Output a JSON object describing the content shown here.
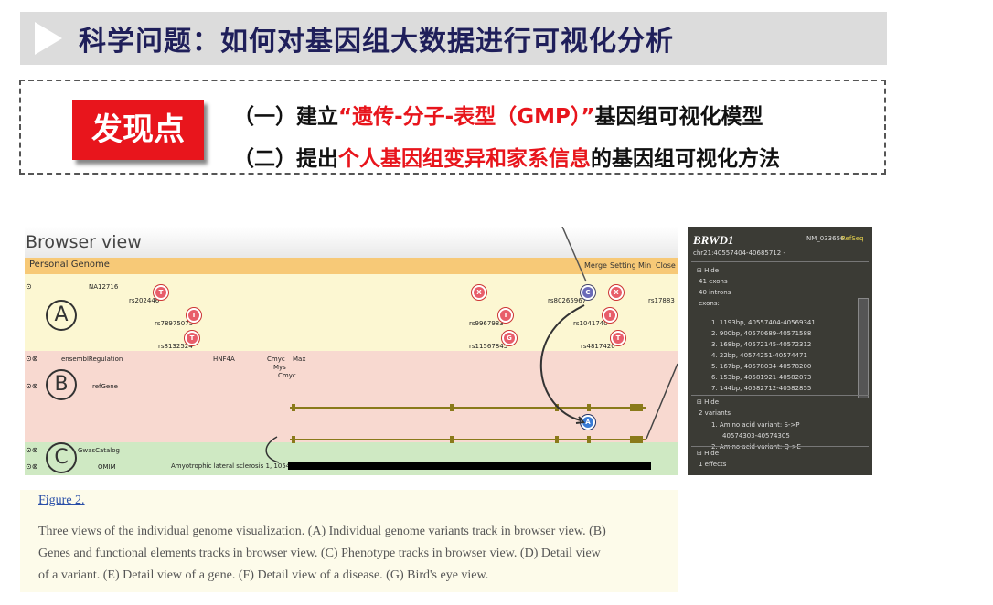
{
  "title": "科学问题：如何对基因组大数据进行可视化分析",
  "badge": "发现点",
  "findings": {
    "f1_prefix": "（一）建立",
    "f1_highlight": "“遗传-分子-表型（GMP）”",
    "f1_suffix": "基因组可视化模型",
    "f2_prefix": "（二）提出",
    "f2_highlight": "个人基因组变异和家系信息",
    "f2_suffix": "的基因组可视化方法"
  },
  "browser": {
    "title": "Browser view",
    "personal_genome": "Personal Genome",
    "controls": [
      "Merge",
      "Setting",
      "Min",
      "Close"
    ],
    "letters": [
      "A",
      "B",
      "C"
    ],
    "track_a": "NA12716",
    "snps": [
      "rs202446",
      "rs78975075",
      "rs8132524",
      "rs9967983",
      "rs11567845",
      "rs80265967",
      "rs1041740",
      "rs4817420",
      "rs17883"
    ],
    "pins": [
      "T",
      "T",
      "T",
      "X",
      "T",
      "G",
      "C",
      "X",
      "T",
      "T",
      "A"
    ],
    "track_b1": "ensemblRegulation",
    "track_b2": "refGene",
    "tf": [
      "HNF4A",
      "Cmyc",
      "Max",
      "Mys",
      "Cmyc"
    ],
    "track_c1": "GwasCatalog",
    "track_c2": "OMIM",
    "omim_text": "Amyotrophic lateral sclerosis 1, 105400 (3)"
  },
  "caption": {
    "link": "Figure 2.",
    "lines": [
      "Three views of the individual genome visualization. (A) Individual genome variants track in browser view. (B)",
      "Genes and functional elements tracks in browser view. (C) Phenotype tracks in browser view. (D) Detail view",
      "of a variant. (E) Detail view of a gene. (F) Detail view of a disease. (G) Bird's eye view."
    ]
  },
  "detail": {
    "gene": "BRWD1",
    "nm": "NM_033656",
    "refseq": "RefSeq",
    "coords": "chr21:40557404-40685712 -",
    "hide1": "⊟ Hide",
    "exons_count": "41 exons",
    "introns_count": "40 introns",
    "exons_label": "exons:",
    "exons": [
      "1.  1193bp, 40557404-40569341",
      "2.  900bp, 40570689-40571588",
      "3.  168bp, 40572145-40572312",
      "4.  22bp, 40574251-40574471",
      "5.  167bp, 40578034-40578200",
      "6.  153bp, 40581921-40582073",
      "7.  144bp, 40582712-40582855"
    ],
    "hide2": "⊟ Hide",
    "variants_count": "2 variants",
    "variant1": "1.  Amino acid variant: S->P",
    "variant1_pos": "40574303-40574305",
    "variant2": "2.  Amino acid variant: Q->E",
    "hide3": "⊟ Hide",
    "effects_count": "1 effects"
  }
}
